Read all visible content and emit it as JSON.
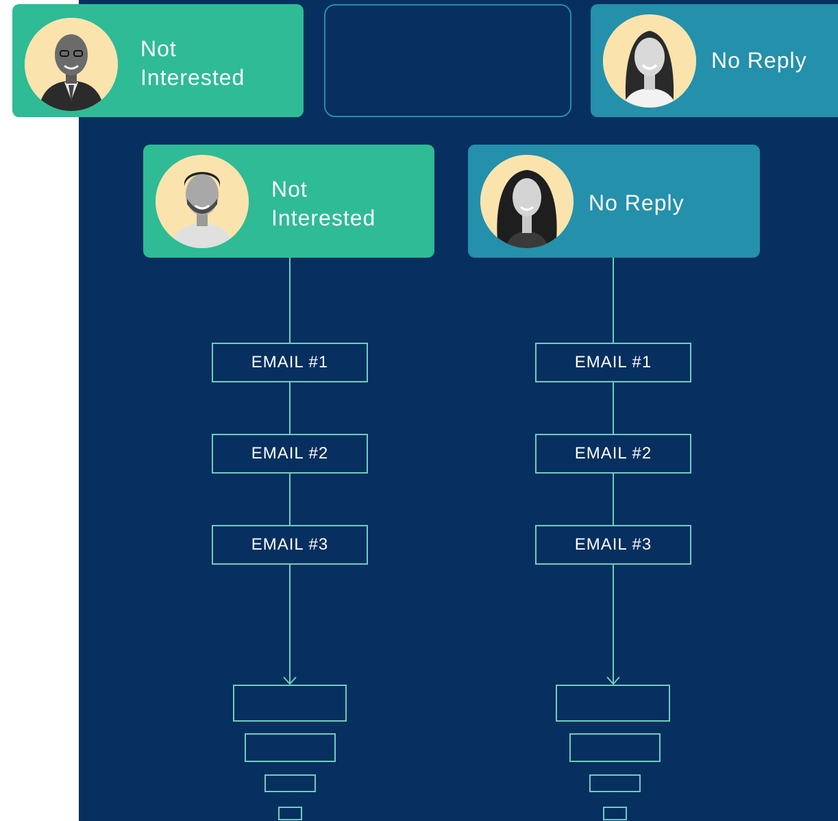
{
  "cards": {
    "top_left": {
      "status": "Not\nInterested",
      "avatar_icon": "person-man-suit-icon"
    },
    "top_right": {
      "status": "No Reply",
      "avatar_icon": "person-woman-smiling-icon"
    },
    "mid_left": {
      "status": "Not\nInterested",
      "avatar_icon": "person-man-beard-icon"
    },
    "mid_right": {
      "status": "No Reply",
      "avatar_icon": "person-woman-longhair-icon"
    }
  },
  "flows": {
    "left": {
      "emails": [
        "EMAIL #1",
        "EMAIL #2",
        "EMAIL #3"
      ]
    },
    "right": {
      "emails": [
        "EMAIL #1",
        "EMAIL #2",
        "EMAIL #3"
      ]
    }
  },
  "colors": {
    "background": "#072f5f",
    "not_interested": "#2ebb96",
    "no_reply": "#2490ab",
    "connector": "#6ccfbf",
    "avatar_bg": "#fbe3ad"
  }
}
